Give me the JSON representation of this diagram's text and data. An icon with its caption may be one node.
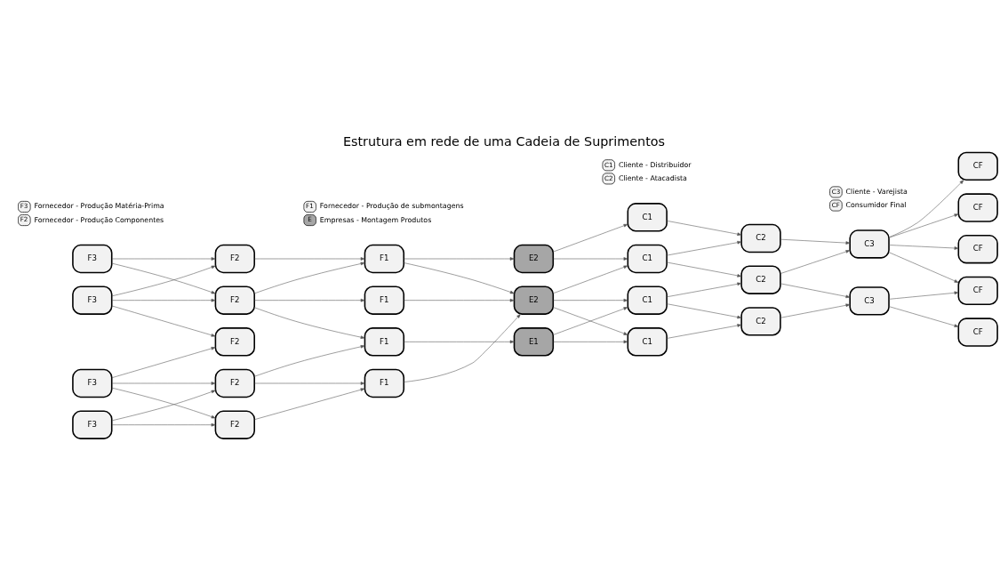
{
  "diagram": {
    "title": "Estrutura em rede de uma Cadeia de Suprimentos",
    "nodes": [
      {
        "text": [
          "F3"
        ]
      },
      {
        "text": [
          "F3"
        ]
      },
      {
        "text": [
          "F3"
        ]
      },
      {
        "text": [
          "F3"
        ]
      },
      {
        "text": [
          "F2"
        ]
      },
      {
        "text": [
          "F2"
        ]
      },
      {
        "text": [
          "F2"
        ]
      },
      {
        "text": [
          "F2"
        ]
      },
      {
        "text": [
          "F2"
        ]
      },
      {
        "text": [
          "F1"
        ]
      },
      {
        "text": [
          "F1"
        ]
      },
      {
        "text": [
          "F1"
        ]
      },
      {
        "text": [
          "F1"
        ]
      },
      {
        "text": [
          "E1"
        ]
      },
      {
        "text": [
          "E2"
        ]
      },
      {
        "text": [
          "E2"
        ]
      },
      {
        "text": [
          "C1"
        ]
      },
      {
        "text": [
          "C1"
        ]
      },
      {
        "text": [
          "C1"
        ]
      },
      {
        "text": [
          "C1"
        ]
      },
      {
        "text": [
          "C2"
        ]
      },
      {
        "text": [
          "C2"
        ]
      },
      {
        "text": [
          "C2"
        ]
      },
      {
        "text": [
          "C3"
        ]
      },
      {
        "text": [
          "C3"
        ]
      },
      {
        "text": [
          "CF"
        ]
      },
      {
        "text": [
          "CF"
        ]
      },
      {
        "text": [
          "CF"
        ]
      },
      {
        "text": [
          "CF"
        ]
      },
      {
        "text": [
          "CF"
        ]
      }
    ],
    "edges": [
      {
        "from": 0,
        "to": 4,
        "arrow": "to"
      },
      {
        "from": 0,
        "to": 5,
        "arrow": "to"
      },
      {
        "from": 1,
        "to": 4,
        "arrow": "to"
      },
      {
        "from": 1,
        "to": 5,
        "arrow": "to"
      },
      {
        "from": 1,
        "to": 6,
        "arrow": "to"
      },
      {
        "from": 2,
        "to": 7,
        "arrow": "to"
      },
      {
        "from": 2,
        "to": 8,
        "arrow": "to"
      },
      {
        "from": 3,
        "to": 6,
        "arrow": "to"
      },
      {
        "from": 3,
        "to": 7,
        "arrow": "to"
      },
      {
        "from": 3,
        "to": 8,
        "arrow": "to"
      },
      {
        "from": 4,
        "to": 9,
        "arrow": "to"
      },
      {
        "from": 5,
        "to": 9,
        "arrow": "to"
      },
      {
        "from": 5,
        "to": 10,
        "arrow": "to"
      },
      {
        "from": 7,
        "to": 10,
        "arrow": "to"
      },
      {
        "from": 7,
        "to": 11,
        "arrow": "to"
      },
      {
        "from": 7,
        "to": 12,
        "arrow": "to"
      },
      {
        "from": 8,
        "to": 12,
        "arrow": "to"
      },
      {
        "from": 9,
        "to": 14,
        "arrow": "to"
      },
      {
        "from": 10,
        "to": 13,
        "arrow": "to"
      },
      {
        "from": 11,
        "to": 14,
        "arrow": "to"
      },
      {
        "from": 12,
        "to": 14,
        "arrow": "to"
      },
      {
        "from": 12,
        "to": 15,
        "arrow": "to"
      },
      {
        "from": 13,
        "to": 16,
        "arrow": "to"
      },
      {
        "from": 13,
        "to": 17,
        "arrow": "to"
      },
      {
        "from": 14,
        "to": 16,
        "arrow": "to"
      },
      {
        "from": 14,
        "to": 17,
        "arrow": "to"
      },
      {
        "from": 14,
        "to": 18,
        "arrow": "to"
      },
      {
        "from": 15,
        "to": 18,
        "arrow": "to"
      },
      {
        "from": 15,
        "to": 19,
        "arrow": "to"
      },
      {
        "from": 16,
        "to": 20,
        "arrow": "to"
      },
      {
        "from": 16,
        "to": 21,
        "arrow": "to"
      },
      {
        "from": 17,
        "to": 20,
        "arrow": "to"
      },
      {
        "from": 18,
        "to": 21,
        "arrow": "to"
      },
      {
        "from": 18,
        "to": 22,
        "arrow": "to"
      },
      {
        "from": 19,
        "to": 22,
        "arrow": "to"
      },
      {
        "from": 20,
        "to": 23,
        "arrow": "to"
      },
      {
        "from": 21,
        "to": 23,
        "arrow": "to"
      },
      {
        "from": 21,
        "to": 24,
        "arrow": "to"
      },
      {
        "from": 22,
        "to": 24,
        "arrow": "to"
      },
      {
        "from": 23,
        "to": 25,
        "arrow": "to"
      },
      {
        "from": 23,
        "to": 26,
        "arrow": "to"
      },
      {
        "from": 24,
        "to": 25,
        "arrow": "to"
      },
      {
        "from": 24,
        "to": 27,
        "arrow": "to"
      },
      {
        "from": 24,
        "to": 28,
        "arrow": "to"
      },
      {
        "from": 24,
        "to": 29,
        "arrow": "to"
      }
    ],
    "labels": [
      "F3",
      "F1",
      "C1",
      "C3",
      "F2",
      "E",
      "C2",
      "CF"
    ],
    "legend": [
      {
        "text": "Fornecedor - Produção Matéria-Prima",
        "color": "#f2f2f2"
      },
      {
        "text": "Fornecedor - Produção de submontagens",
        "color": "#f2f2f2"
      },
      {
        "text": "Cliente - Distribuidor",
        "color": "#f2f2f2"
      },
      {
        "text": "Cliente - Varejista",
        "color": "#f2f2f2"
      },
      {
        "text": "Fornecedor - Produção Componentes",
        "color": "#f2f2f2"
      },
      {
        "text": "Empresas - Montagem Produtos",
        "color": "#a6a6a6"
      },
      {
        "text": "Cliente - Atacadista",
        "color": "#f2f2f2"
      },
      {
        "text": "Consumidor Final",
        "color": "#f2f2f2"
      }
    ]
  }
}
